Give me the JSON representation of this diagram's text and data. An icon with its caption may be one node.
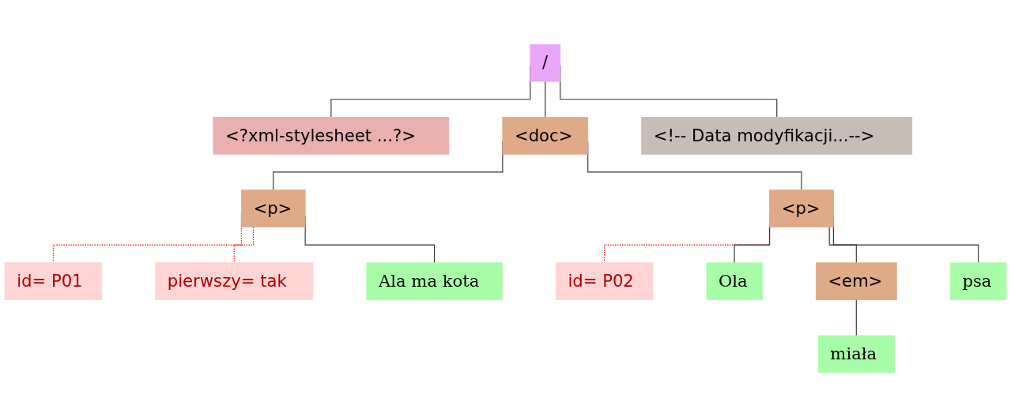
{
  "diagram": {
    "nodes": [
      {
        "text": [
          "/"
        ]
      },
      {
        "text": [
          "<?xml-stylesheet ...?>"
        ]
      },
      {
        "text": [
          "<doc>"
        ]
      },
      {
        "text": [
          "<!-- Data modyfikacji...-->"
        ]
      },
      {
        "text": [
          "<p>"
        ]
      },
      {
        "text": [
          "id= P01"
        ]
      },
      {
        "text": [
          "pierwszy= tak"
        ]
      },
      {
        "text": [
          "Ala ma kota"
        ]
      },
      {
        "text": [
          "<p>"
        ]
      },
      {
        "text": [
          "id= P02"
        ]
      },
      {
        "text": [
          "Ola"
        ]
      },
      {
        "text": [
          "<em>"
        ]
      },
      {
        "text": [
          "miała"
        ]
      },
      {
        "text": [
          "psa"
        ]
      }
    ],
    "edges": [
      {
        "from": 0,
        "to": 1,
        "arrow": "none"
      },
      {
        "from": 0,
        "to": 2,
        "arrow": "none"
      },
      {
        "from": 0,
        "to": 3,
        "arrow": "none"
      },
      {
        "from": 2,
        "to": 4,
        "arrow": "none"
      },
      {
        "from": 2,
        "to": 8,
        "arrow": "none"
      },
      {
        "from": 4,
        "to": 5,
        "arrow": "none",
        "style": "dashed",
        "color": "#ff0000"
      },
      {
        "from": 4,
        "to": 6,
        "arrow": "none",
        "style": "dashed",
        "color": "#ff0000"
      },
      {
        "from": 4,
        "to": 7,
        "arrow": "none"
      },
      {
        "from": 8,
        "to": 9,
        "arrow": "none",
        "style": "dashed",
        "color": "#ff0000"
      },
      {
        "from": 8,
        "to": 10,
        "arrow": "none"
      },
      {
        "from": 8,
        "to": 11,
        "arrow": "none"
      },
      {
        "from": 8,
        "to": 13,
        "arrow": "none"
      },
      {
        "from": 11,
        "to": 12,
        "arrow": "none"
      }
    ]
  }
}
